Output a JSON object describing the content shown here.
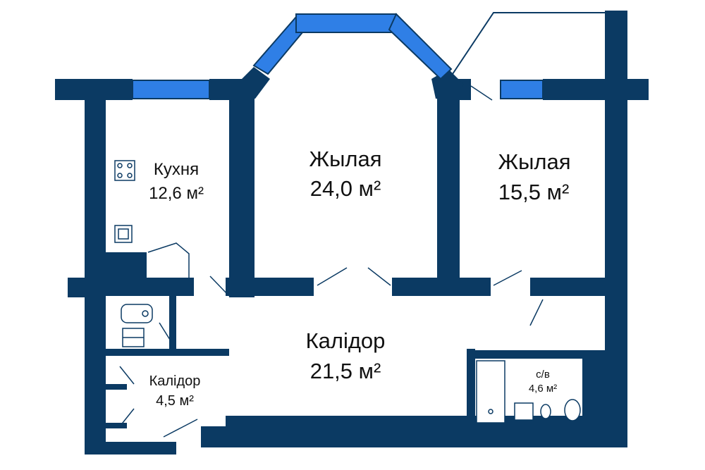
{
  "colors": {
    "wall": "#0b3a63",
    "window": "#2f7fe6",
    "fixture": "#ffffff",
    "background": "#ffffff"
  },
  "rooms": [
    {
      "id": "kitchen",
      "name": "Кухня",
      "area": "12,6 м²"
    },
    {
      "id": "living_large",
      "name": "Жылая",
      "area": "24,0 м²"
    },
    {
      "id": "living_small",
      "name": "Жылая",
      "area": "15,5 м²"
    },
    {
      "id": "corridor_main",
      "name": "Калідор",
      "area": "21,5 м²"
    },
    {
      "id": "corridor_small",
      "name": "Калідор",
      "area": "4,5 м²"
    },
    {
      "id": "bathroom",
      "name": "с/в",
      "area": "4,6 м²"
    }
  ],
  "icons": [
    "stove-icon",
    "sink-icon",
    "toilet-icon",
    "shower-icon",
    "bathtub-icon",
    "washbasin-icon"
  ]
}
